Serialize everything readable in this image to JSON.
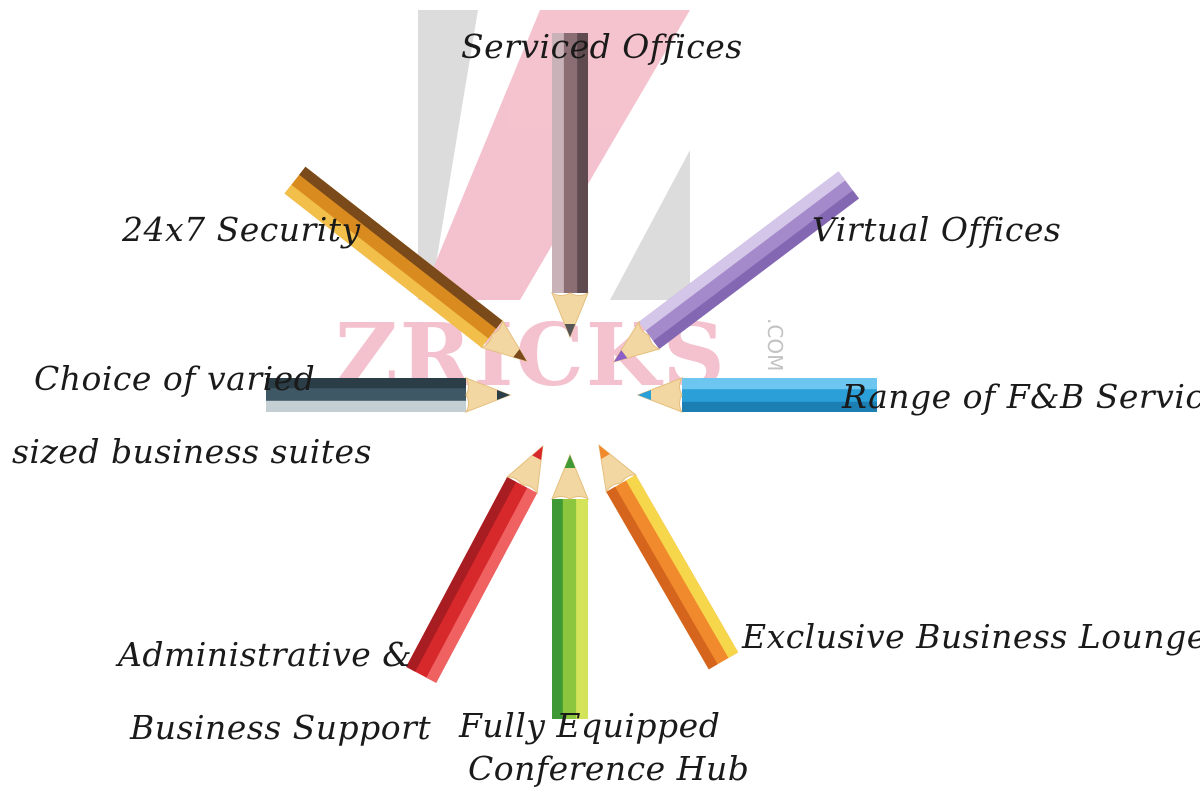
{
  "watermark": {
    "brand_text": "ZRICKS",
    "suffix_text": ".COM",
    "colors": {
      "pink": "#f2b8c6",
      "gray": "#d6d6d6"
    }
  },
  "center_icon": "pencil-starburst",
  "spokes": [
    {
      "id": "serviced-offices",
      "lines": [
        "Serviced Offices"
      ],
      "pencil_color": "#8b6e74",
      "pencil_highlight": "#c9b3b8",
      "pencil_shadow": "#5f4a50",
      "tip_color": "#555555"
    },
    {
      "id": "virtual-offices",
      "lines": [
        "Virtual Offices"
      ],
      "pencil_color": "#a58acb",
      "pencil_highlight": "#d4c6e8",
      "pencil_shadow": "#8467b3",
      "tip_color": "#8b5fc5"
    },
    {
      "id": "fnb-services",
      "lines": [
        "Range of  F&B Services"
      ],
      "pencil_color": "#2a9fd8",
      "pencil_highlight": "#6cc6f0",
      "pencil_shadow": "#1b7fb4",
      "tip_color": "#2a9fd8"
    },
    {
      "id": "business-lounge",
      "lines": [
        "Exclusive Business Lounge"
      ],
      "pencil_color": "#f08a2c",
      "pencil_highlight": "#f6d64a",
      "pencil_shadow": "#d5651d",
      "tip_color": "#f08a2c"
    },
    {
      "id": "conference-hub",
      "lines": [
        "Fully Equipped",
        "Conference Hub"
      ],
      "pencil_color": "#8cc63e",
      "pencil_highlight": "#d3e35a",
      "pencil_shadow": "#3f9a35",
      "tip_color": "#3f9a35"
    },
    {
      "id": "business-support",
      "lines": [
        "Administrative &",
        "Business Support"
      ],
      "pencil_color": "#d7282c",
      "pencil_highlight": "#f06262",
      "pencil_shadow": "#a81d21",
      "tip_color": "#d7282c"
    },
    {
      "id": "business-suites",
      "lines": [
        "Choice of  varied",
        "sized business suites"
      ],
      "pencil_color": "#3f5866",
      "pencil_highlight": "#c4cfd4",
      "pencil_shadow": "#2b3e48",
      "tip_color": "#2b3e48"
    },
    {
      "id": "security",
      "lines": [
        "24x7 Security"
      ],
      "pencil_color": "#d98b1f",
      "pencil_highlight": "#f2c04a",
      "pencil_shadow": "#7a4a1a",
      "tip_color": "#7a4a1a"
    }
  ],
  "wood_color": "#f3d7a2"
}
